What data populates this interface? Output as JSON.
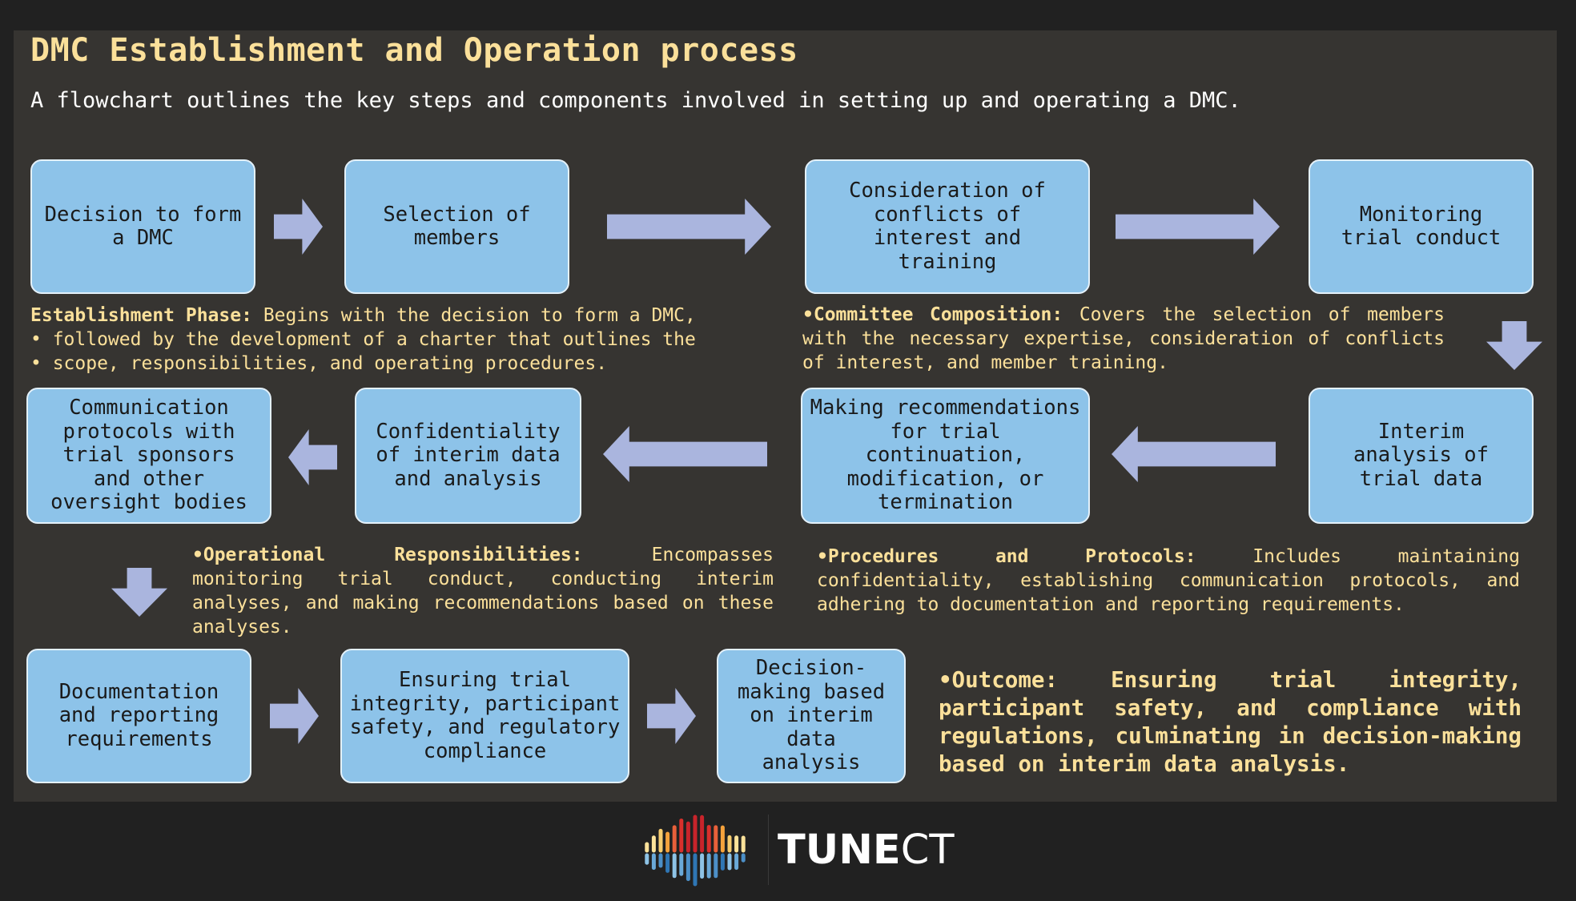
{
  "title": "DMC Establishment and Operation process",
  "subtitle": "A flowchart outlines the key steps and components involved in setting up and operating a DMC.",
  "steps": [
    "Decision to form a DMC",
    "Selection of members",
    "Consideration of conflicts of interest and training",
    "Monitoring trial conduct",
    "Interim analysis of trial data",
    "Making recommendations for trial continuation, modification, or termination",
    "Confidentiality of interim data and analysis",
    "Communication protocols with trial sponsors and other oversight bodies",
    "Documentation and reporting requirements",
    "Ensuring trial integrity, participant safety, and regulatory compliance",
    "Decision-making based on interim data analysis"
  ],
  "notes": {
    "establishment": {
      "heading": "Establishment Phase",
      "line1": "Begins with the decision to form a DMC,",
      "line2": "• followed by the development of a charter that outlines the",
      "line3": "• scope, responsibilities, and operating procedures."
    },
    "committee": {
      "heading": "•Committee Composition",
      "text": "Covers the selection of members with the necessary expertise, consideration of conflicts of interest, and member training."
    },
    "operational": {
      "heading": "•Operational Responsibilities",
      "text": "Encompasses monitoring trial conduct, conducting interim analyses, and making recommendations based on these analyses."
    },
    "procedures": {
      "heading": "•Procedures and Protocols",
      "text": "Includes maintaining confidentiality, establishing communication protocols, and adhering to documentation and reporting requirements."
    },
    "outcome": {
      "heading": "•Outcome:",
      "text": "Ensuring trial integrity, participant safety, and compliance with regulations, culminating in decision-making based on interim data analysis."
    }
  },
  "logo": {
    "bold": "TUNE",
    "light": "CT"
  },
  "colors": {
    "background": "#212121",
    "panel": "#363431",
    "box": "#8dc3e9",
    "arrow": "#aab5de",
    "accent_text": "#fbe09a"
  }
}
